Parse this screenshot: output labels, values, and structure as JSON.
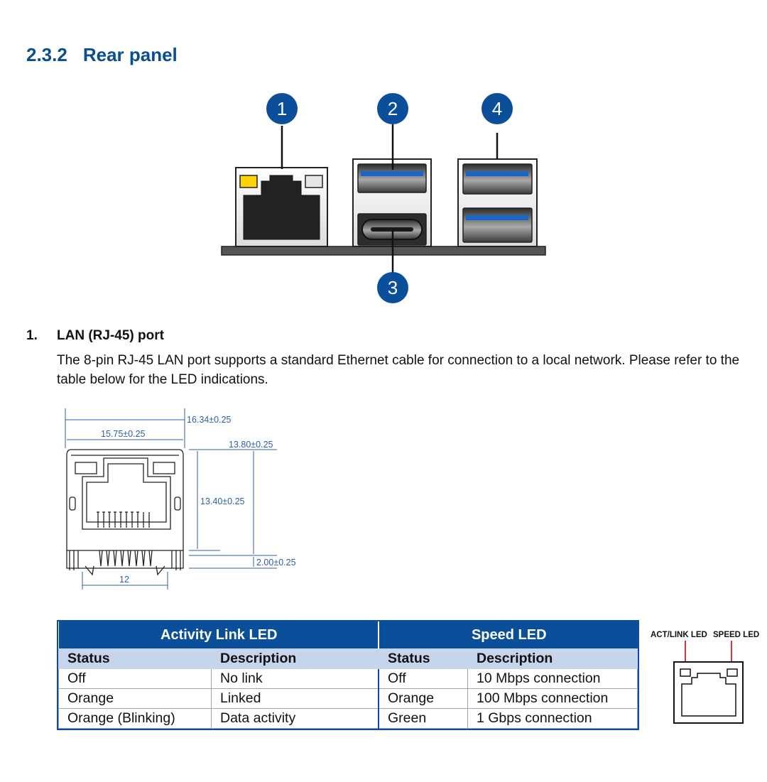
{
  "section": {
    "number": "2.3.2",
    "title": "Rear panel"
  },
  "callouts": [
    "1",
    "2",
    "3",
    "4"
  ],
  "item": {
    "number": "1.",
    "title": "LAN (RJ-45) port",
    "body": "The 8-pin RJ-45 LAN port supports a standard Ethernet cable for connection to a local network. Please refer to the table below for the LED indications."
  },
  "dimensions": {
    "total_width": "16.34±0.25",
    "body_width": "15.75±0.25",
    "total_height": "13.80±0.25",
    "body_height": "13.40±0.25",
    "pin_height": "2.00±0.25",
    "pin_span": "12"
  },
  "led_table": {
    "activity_title": "Activity Link LED",
    "speed_title": "Speed LED",
    "headers": [
      "Status",
      "Description",
      "Status",
      "Description"
    ],
    "rows": [
      [
        "Off",
        "No link",
        "Off",
        "10 Mbps connection"
      ],
      [
        "Orange",
        "Linked",
        "Orange",
        "100 Mbps connection"
      ],
      [
        "Orange (Blinking)",
        "Data activity",
        "Green",
        "1 Gbps connection"
      ]
    ]
  },
  "led_diagram": {
    "act_label": "ACT/LINK LED",
    "speed_label": "SPEED LED"
  },
  "colors": {
    "heading_blue": "#0b4e8e",
    "table_band": "#0b4e9a",
    "table_header": "#c6d4ec",
    "usb3_blue": "#1a66c4",
    "led_yellow": "#ffd400",
    "leader_red": "#e0303a"
  }
}
